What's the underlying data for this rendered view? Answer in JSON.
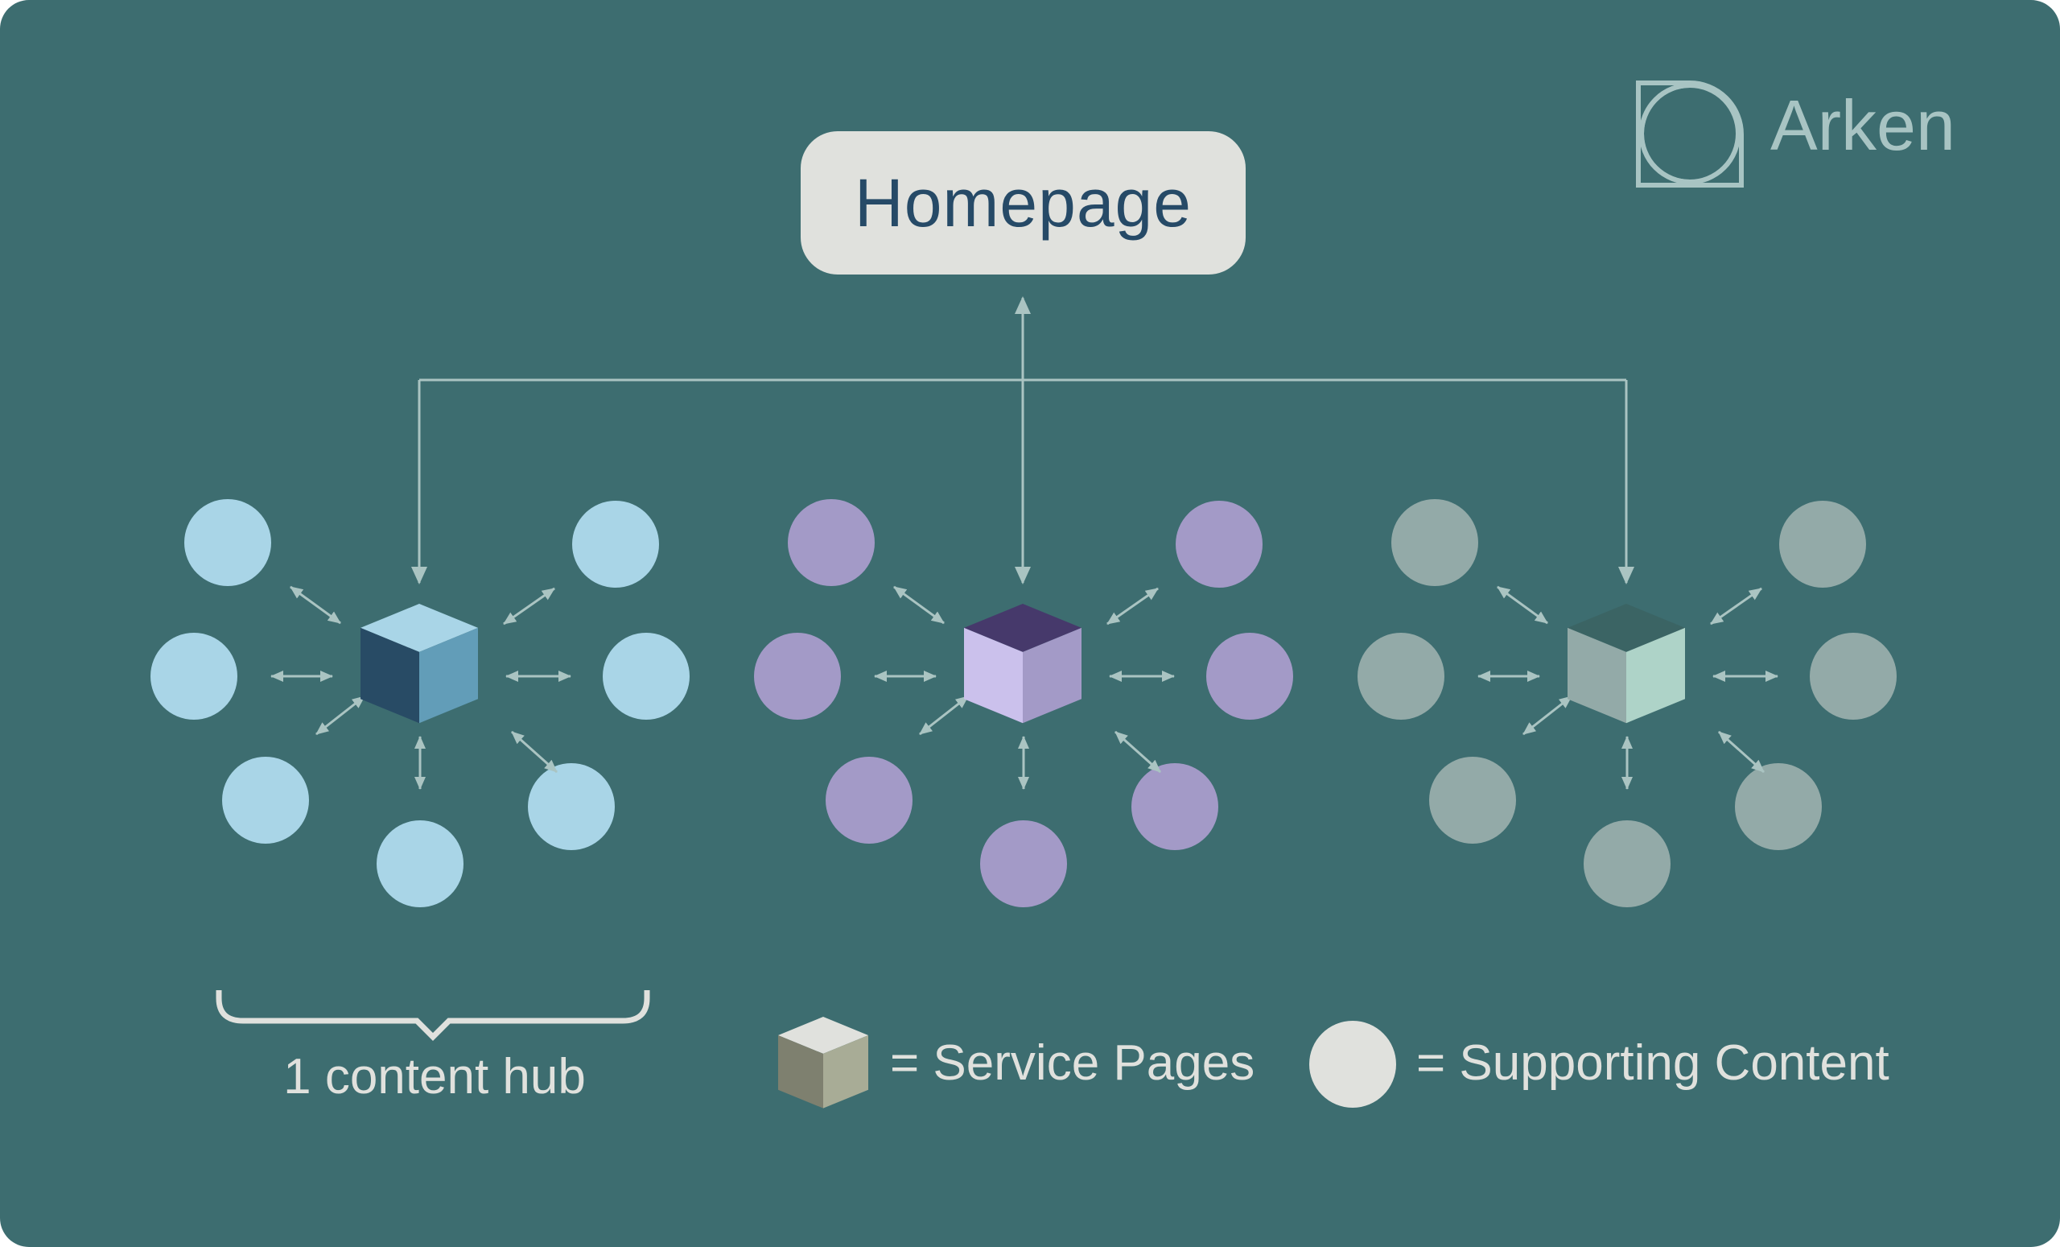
{
  "brand": {
    "name": "Arken",
    "logo_icon": "arken-logo-icon",
    "color": "#a8c4c3"
  },
  "background_color": "#3d6d70",
  "homepage": {
    "label": "Homepage",
    "box_color": "#e0e1dd",
    "text_color": "#264a67"
  },
  "connector_color": "#aac4c2",
  "hubs": [
    {
      "name": "hub-blue",
      "cube": {
        "top": "#a9d5e7",
        "left": "#284b65",
        "right": "#629db8"
      },
      "circle_color": "#a9d5e7",
      "supporting_count": 7
    },
    {
      "name": "hub-purple",
      "cube": {
        "top": "#46396b",
        "left": "#cbc1ec",
        "right": "#a39ac7"
      },
      "circle_color": "#a39ac7",
      "supporting_count": 7
    },
    {
      "name": "hub-gray",
      "cube": {
        "top": "#3b6464",
        "left": "#93aaa8",
        "right": "#aed3c8"
      },
      "circle_color": "#93aaa8",
      "supporting_count": 7
    }
  ],
  "annotation": {
    "hub_label": "1 content hub",
    "brace_color": "#e0e1dd"
  },
  "legend": {
    "service_pages": {
      "label": "= Service Pages",
      "cube": {
        "top": "#e0e1dd",
        "left": "#7e806f",
        "right": "#a8ac96"
      }
    },
    "supporting_content": {
      "label": "= Supporting Content",
      "circle_color": "#e0e1dd"
    }
  }
}
